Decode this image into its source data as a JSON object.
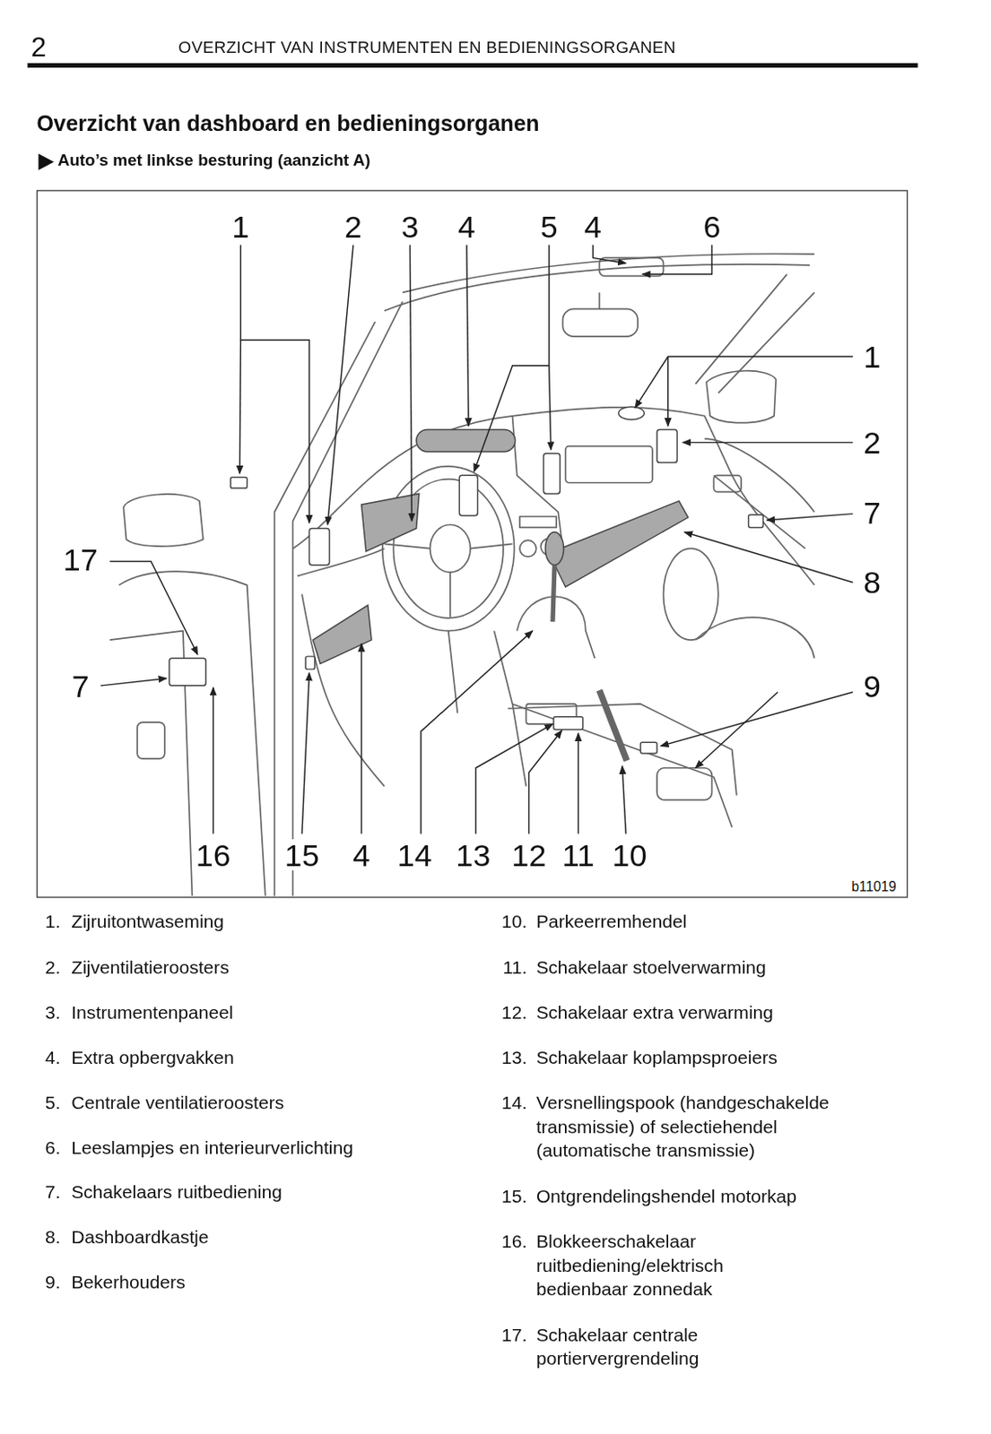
{
  "diagram": {
    "title": "Overzicht van dashboard en bedieningsorganen",
    "labels": [
      "2",
      "OVERZICHT VAN INSTRUMENTEN EN BEDIENINGSORGANEN",
      "Auto’s met linkse besturing (aanzicht A)",
      "1",
      "2",
      "3",
      "4",
      "5",
      "4",
      "6",
      "1",
      "2",
      "7",
      "8",
      "9",
      "17",
      "7",
      "16",
      "15",
      "4",
      "14",
      "13",
      "12",
      "11",
      "10",
      "b11019",
      "1.",
      "Zijruitontwaseming",
      "2.",
      "Zijventilatieroosters",
      "3.",
      "Instrumentenpaneel",
      "4.",
      "Extra opbergvakken",
      "5.",
      "Centrale ventilatieroosters",
      "6.",
      "Leeslampjes en interieurverlichting",
      "7.",
      "Schakelaars ruitbediening",
      "8.",
      "Dashboardkastje",
      "9.",
      "Bekerhouders",
      "10.",
      "Parkeerremhendel",
      "11.",
      "Schakelaar stoelverwarming",
      "12.",
      "Schakelaar extra verwarming",
      "13.",
      "Schakelaar koplampsproeiers",
      "14.",
      "Versnellingspook (handgeschakelde transmissie) of selectiehendel (automatische transmissie)",
      "15.",
      "Ontgrendelingshendel motorkap",
      "16.",
      "Blokkeerschakelaar ruitbediening/elektrisch bedienbaar zonnedak",
      "17.",
      "Schakelaar centrale portiervergrendeling"
    ]
  }
}
